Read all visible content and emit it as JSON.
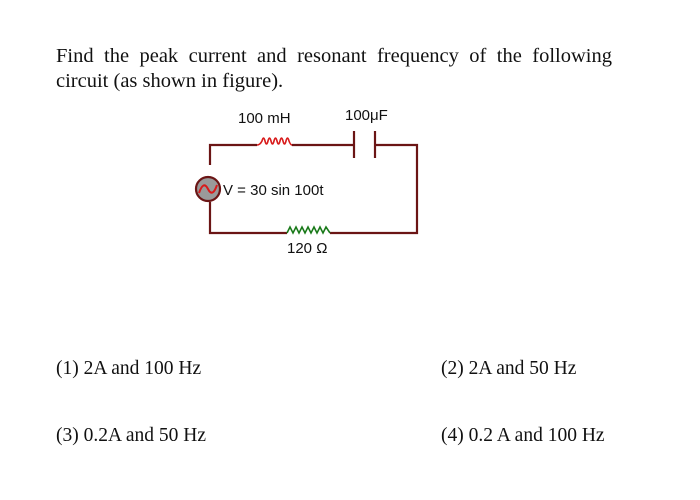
{
  "question": {
    "text": "Find the peak current and resonant frequency of the following circuit (as shown in figure)."
  },
  "circuit": {
    "inductor_label": "100 mH",
    "capacitor_label": "100μF",
    "source_label": "V = 30 sin 100t",
    "resistor_label": "120 Ω",
    "colors": {
      "wire": "#6b1515",
      "inductor": "#d81b1b",
      "resistor": "#1a7a1a",
      "source_fill": "#9a9a9a",
      "source_wave": "#d81b1b"
    }
  },
  "options": [
    {
      "label": "(1) 2A and 100 Hz"
    },
    {
      "label": "(2) 2A and 50 Hz"
    },
    {
      "label": "(3)  0.2A and 50 Hz"
    },
    {
      "label": "(4) 0.2 A and 100 Hz"
    }
  ]
}
